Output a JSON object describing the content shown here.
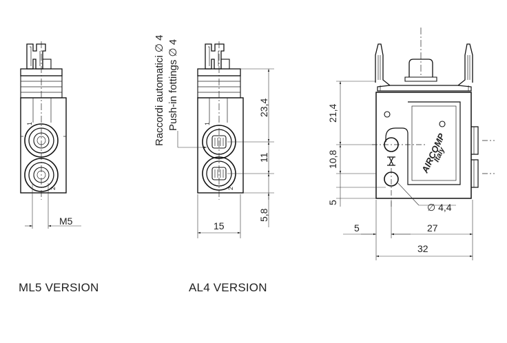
{
  "captions": {
    "ml5": "ML5 VERSION",
    "al4": "AL4 VERSION"
  },
  "ml5": {
    "thread_label": "M5",
    "port_1": "1",
    "port_2": "2"
  },
  "al4": {
    "fittings_it": "Raccordi automatici ∅ 4",
    "fittings_en": "Push-in fottings ∅ 4",
    "dim_top": "23,4",
    "dim_mid": "11",
    "dim_bottom": "5,8",
    "dim_width": "15",
    "port_1": "1",
    "port_2": "2"
  },
  "side": {
    "dim_upper": "21,4",
    "dim_lower": "10,8",
    "dim_base": "5",
    "hole": "∅ 4,4",
    "dim_left": "5",
    "dim_span": "27",
    "dim_total": "32",
    "logo": "AIRCOMP",
    "logo_sub": "Italy"
  }
}
